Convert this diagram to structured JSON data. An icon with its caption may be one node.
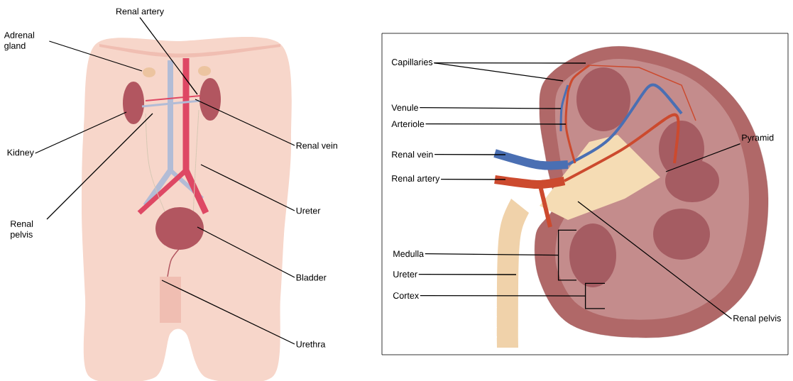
{
  "diagram": {
    "nodes": [
      {
        "text": [
          "Renal artery"
        ]
      },
      {
        "text": [
          "Adrenal gland"
        ]
      },
      {
        "text": [
          "Renal vein"
        ]
      },
      {
        "text": [
          "Kidney"
        ]
      },
      {
        "text": [
          "Ureter"
        ]
      },
      {
        "text": [
          "Renal pelvis"
        ]
      },
      {
        "text": [
          "Bladder"
        ]
      },
      {
        "text": [
          "Urethra"
        ]
      },
      {
        "text": [],
        "shape": "box"
      },
      {
        "text": [
          "Capillaries"
        ],
        "in": 8
      },
      {
        "text": [
          "Venule"
        ],
        "in": 8
      },
      {
        "text": [
          "Arteriole"
        ],
        "in": 8
      },
      {
        "text": [
          "Pyramid"
        ],
        "in": 8
      },
      {
        "text": [
          "Renal vein"
        ],
        "in": 8
      },
      {
        "text": [
          "Renal artery"
        ],
        "in": 8
      },
      {
        "text": [
          "Medulla"
        ],
        "in": 8
      },
      {
        "text": [
          "Ureter"
        ],
        "in": 8
      },
      {
        "text": [
          "Cortex"
        ],
        "in": 8
      },
      {
        "text": [
          "Renal pelvis"
        ],
        "in": 8
      },
      {
        "text": [],
        "shape": "bracket",
        "in": 8
      },
      {
        "text": [],
        "shape": "bracket",
        "in": 8
      }
    ],
    "edges": [
      {
        "from": 0,
        "to": null,
        "arrow": "none"
      },
      {
        "from": 1,
        "to": null,
        "arrow": "none"
      },
      {
        "from": 2,
        "to": null,
        "arrow": "none"
      },
      {
        "from": 3,
        "to": null,
        "arrow": "none"
      },
      {
        "from": 4,
        "to": null,
        "arrow": "none"
      },
      {
        "from": 5,
        "to": null,
        "arrow": "none"
      },
      {
        "from": 6,
        "to": null,
        "arrow": "none"
      },
      {
        "from": 7,
        "to": null,
        "arrow": "none"
      },
      {
        "from": 9,
        "to": null,
        "arrow": "none"
      },
      {
        "from": 9,
        "to": null,
        "arrow": "none"
      },
      {
        "from": 10,
        "to": null,
        "arrow": "none"
      },
      {
        "from": 11,
        "to": null,
        "arrow": "none"
      },
      {
        "from": 12,
        "to": null,
        "arrow": "none"
      },
      {
        "from": 13,
        "to": null,
        "arrow": "none"
      },
      {
        "from": 14,
        "to": null,
        "arrow": "none"
      },
      {
        "from": 15,
        "to": 19,
        "arrow": "none"
      },
      {
        "from": 16,
        "to": null,
        "arrow": "none"
      },
      {
        "from": 17,
        "to": 20,
        "arrow": "none"
      },
      {
        "from": 18,
        "to": null,
        "arrow": "none"
      }
    ]
  }
}
